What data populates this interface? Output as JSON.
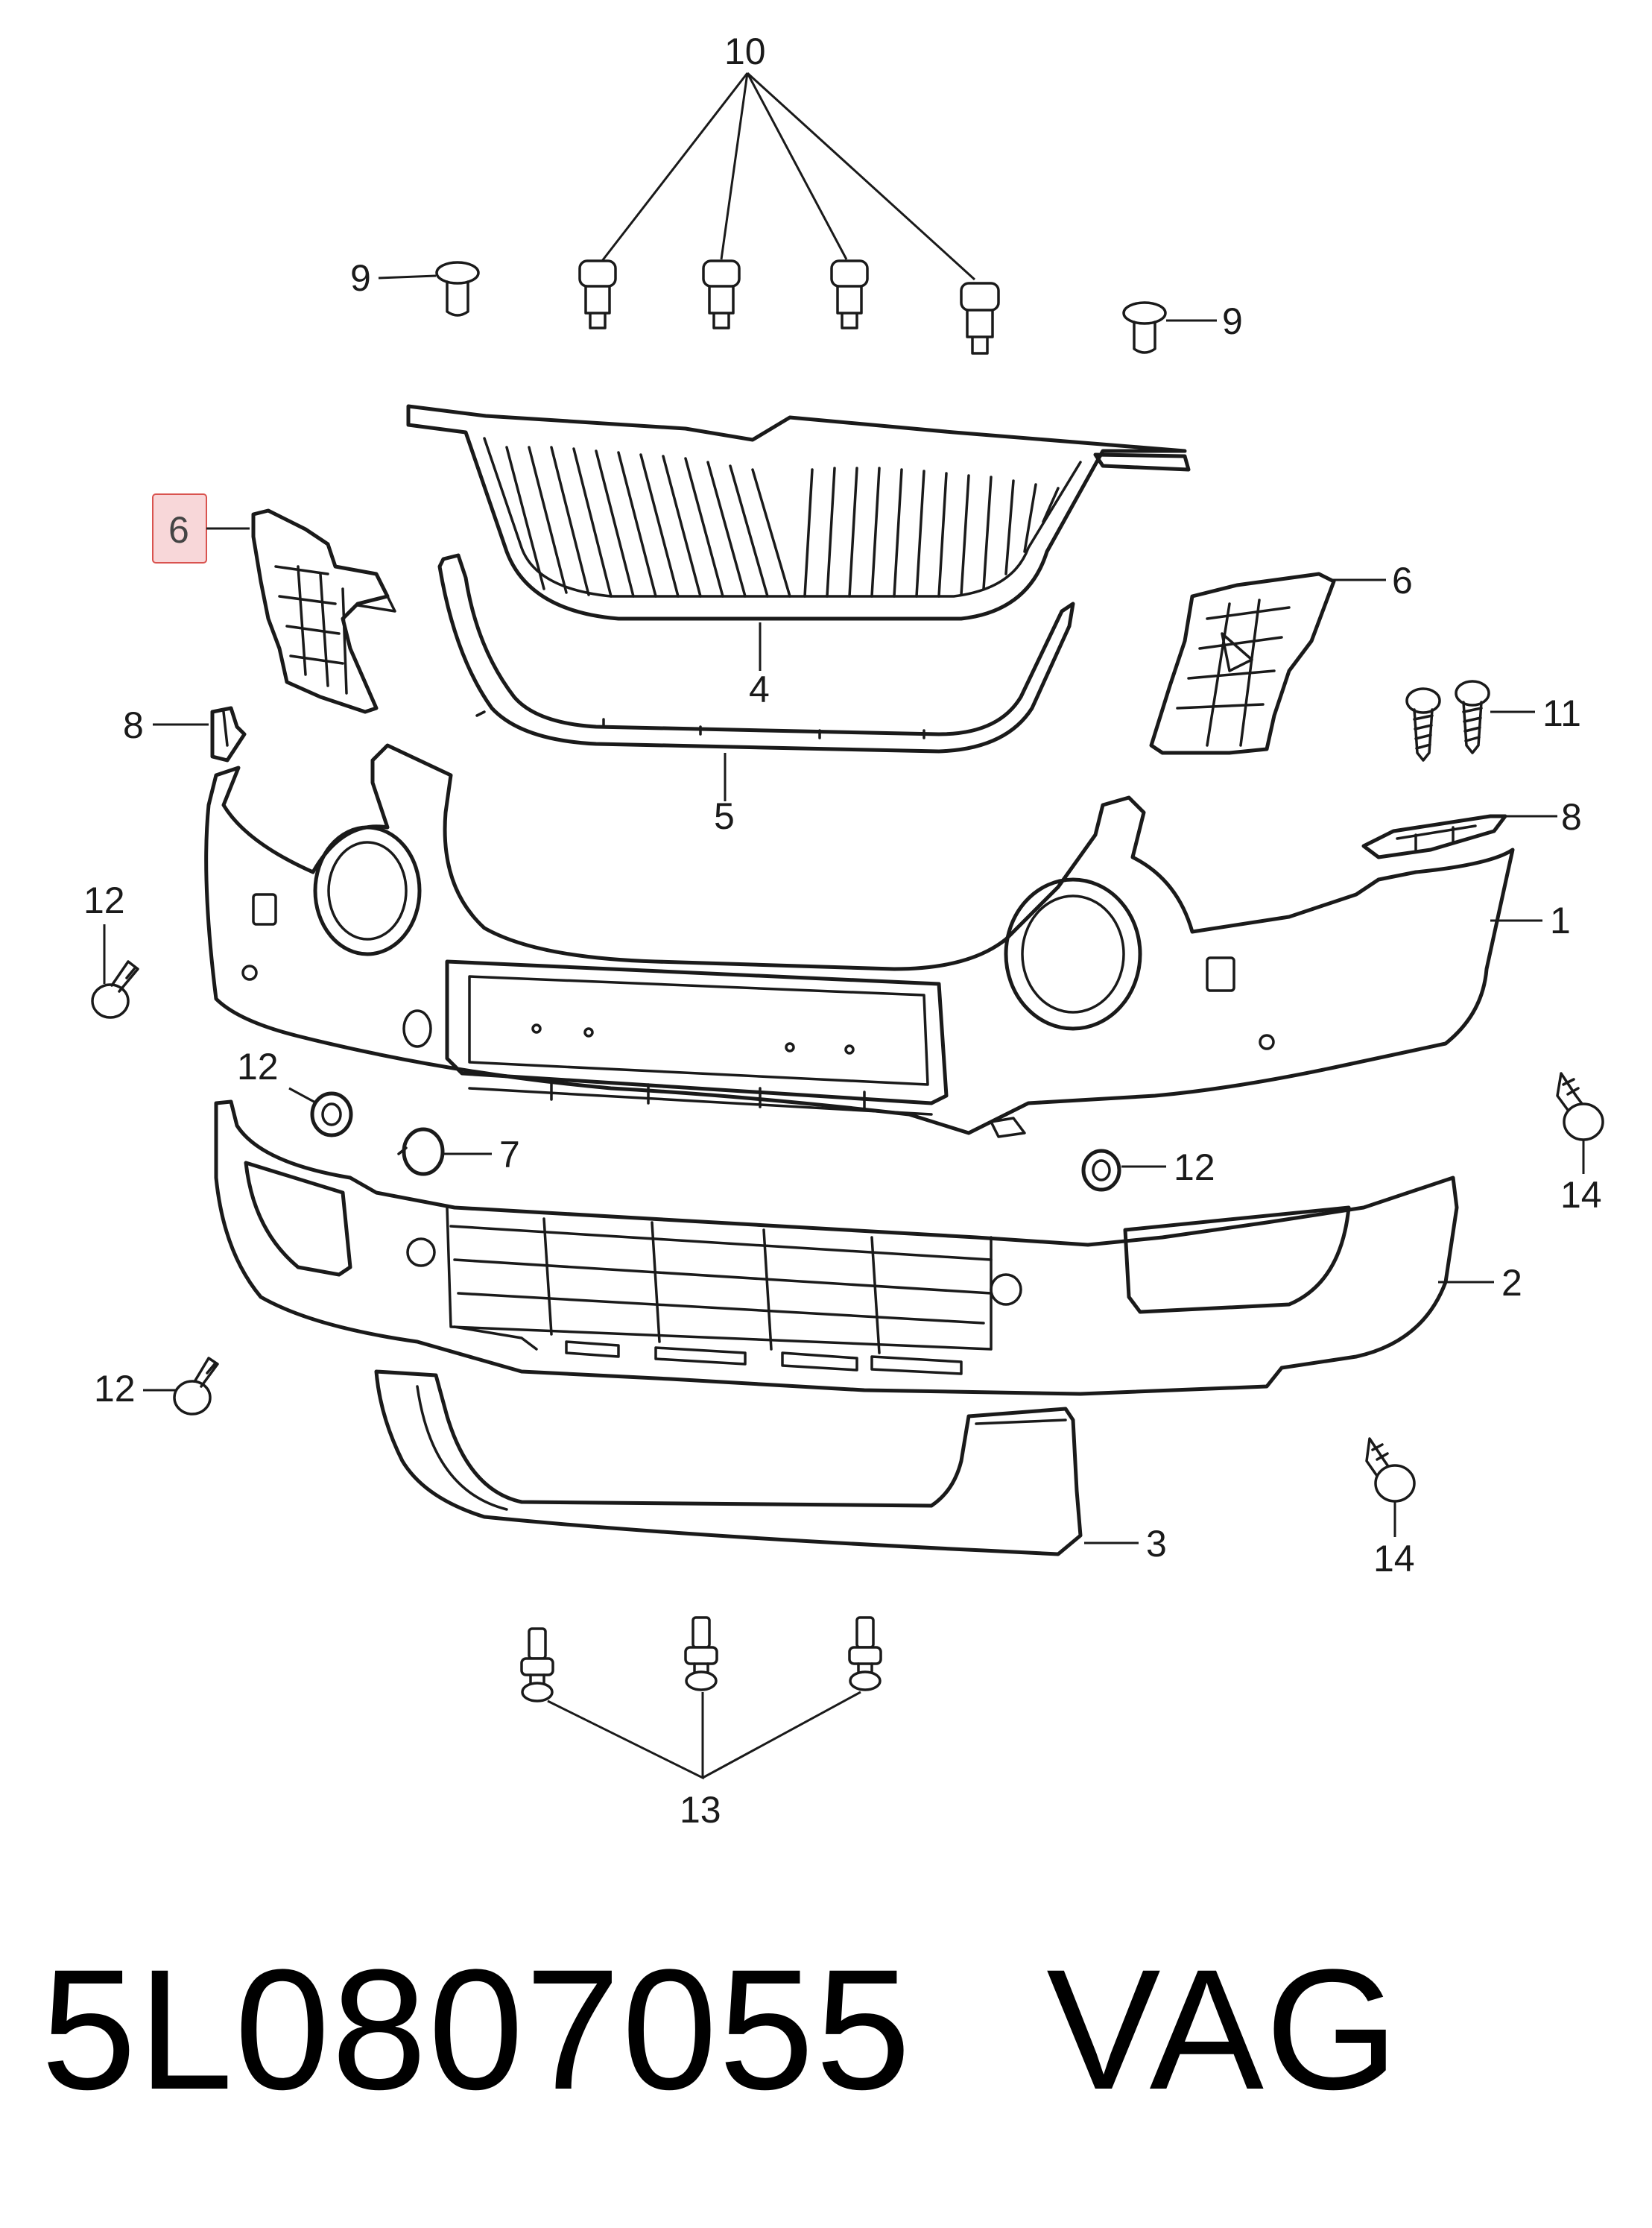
{
  "callouts": {
    "c1": "1",
    "c2": "2",
    "c3": "3",
    "c4": "4",
    "c5": "5",
    "c6_left": "6",
    "c6_right": "6",
    "c7": "7",
    "c8_left": "8",
    "c8_right": "8",
    "c9_left": "9",
    "c9_right": "9",
    "c10": "10",
    "c11": "11",
    "c12_a": "12",
    "c12_b": "12",
    "c12_c": "12",
    "c12_d": "12",
    "c13": "13",
    "c14_a": "14",
    "c14_b": "14"
  },
  "highlight": {
    "callout": "6",
    "color": "#f8d7d9",
    "border": "#d9534f"
  },
  "footer": {
    "part_number": "5L0807055",
    "brand": "VAG"
  }
}
